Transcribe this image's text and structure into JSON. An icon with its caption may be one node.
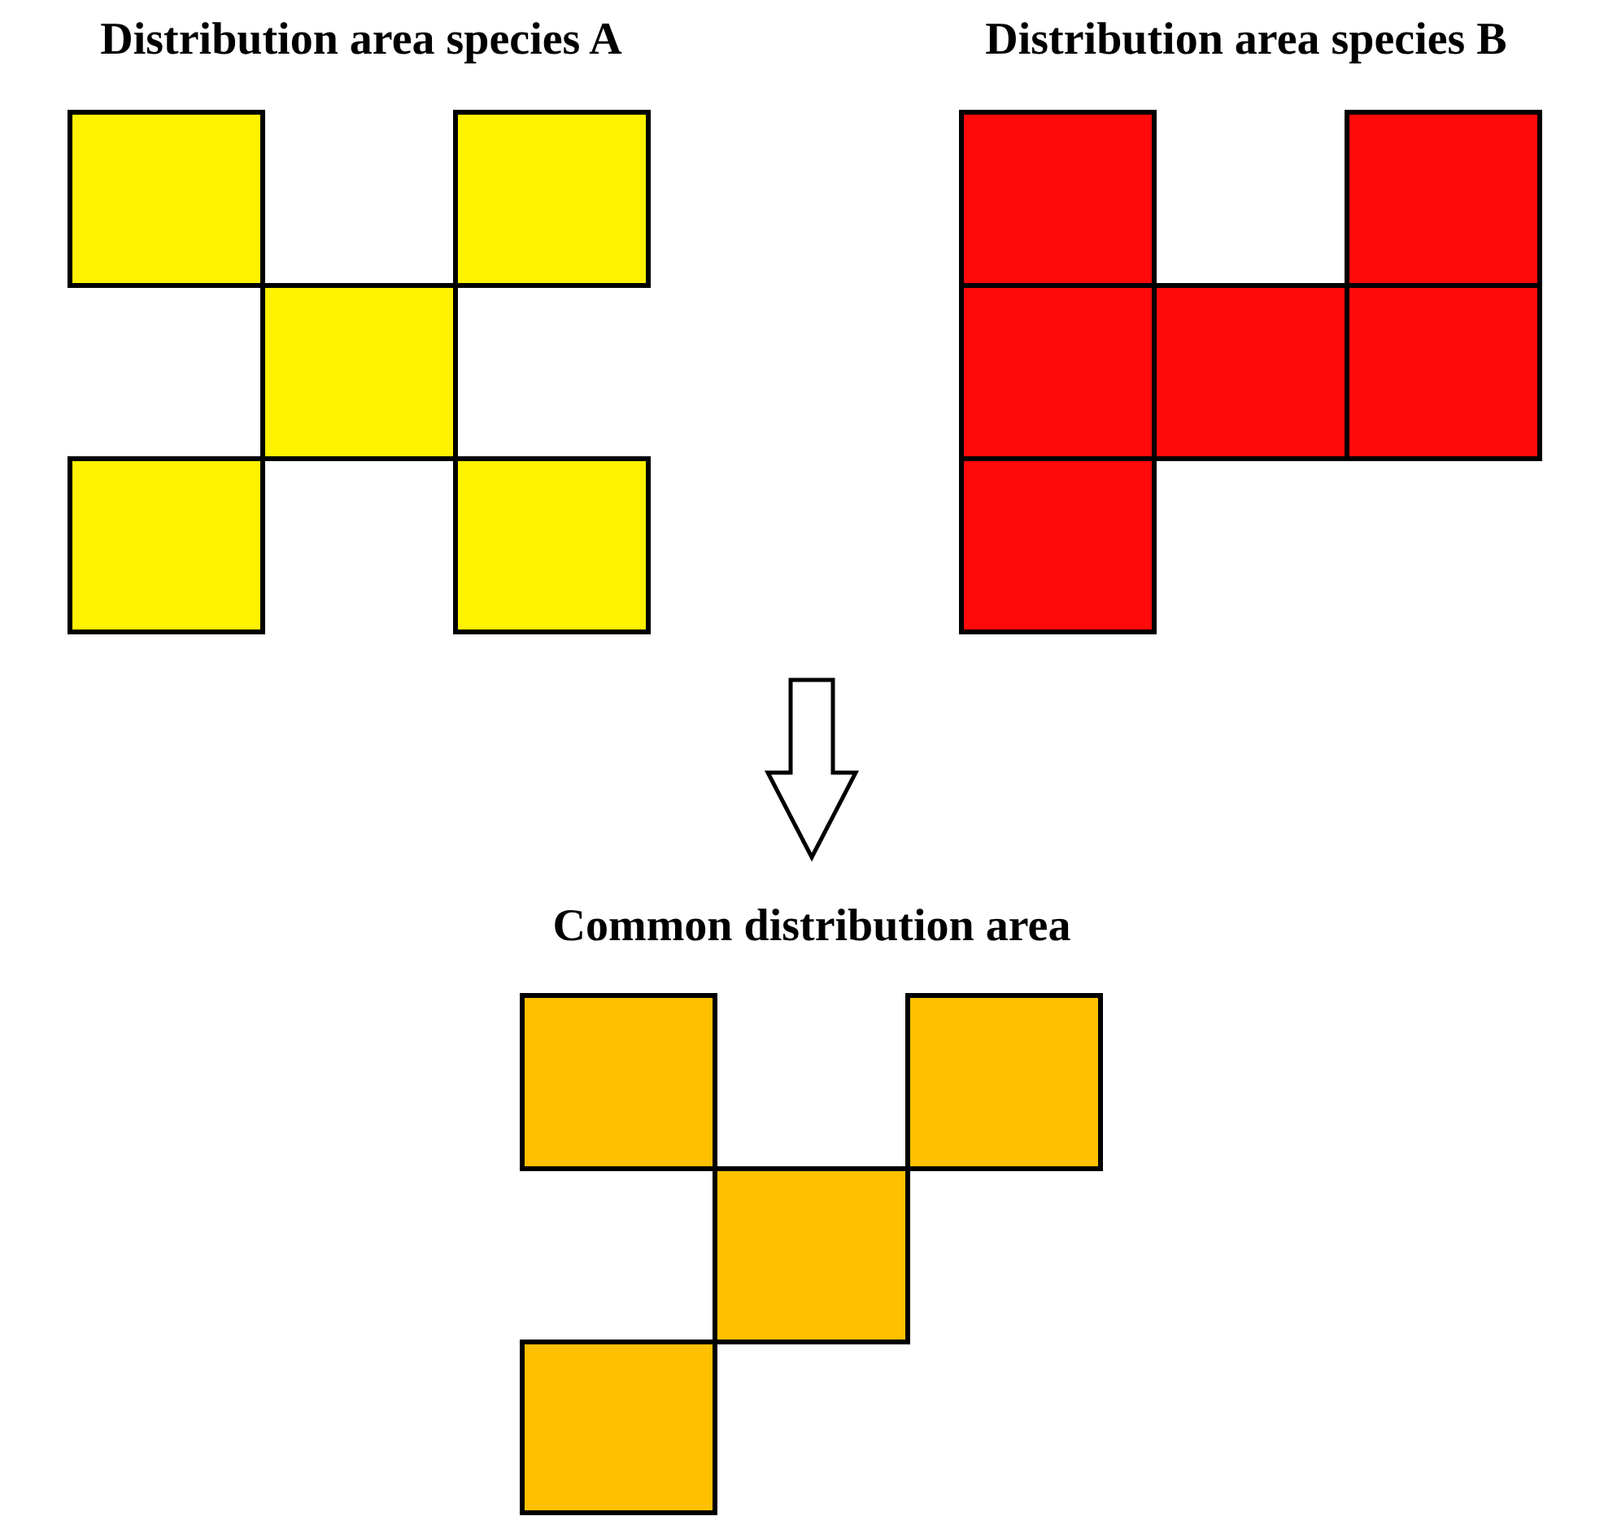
{
  "diagram": {
    "labels": [
      "Distribution area species A",
      "Distribution area species B",
      "Common distribution area"
    ]
  }
}
